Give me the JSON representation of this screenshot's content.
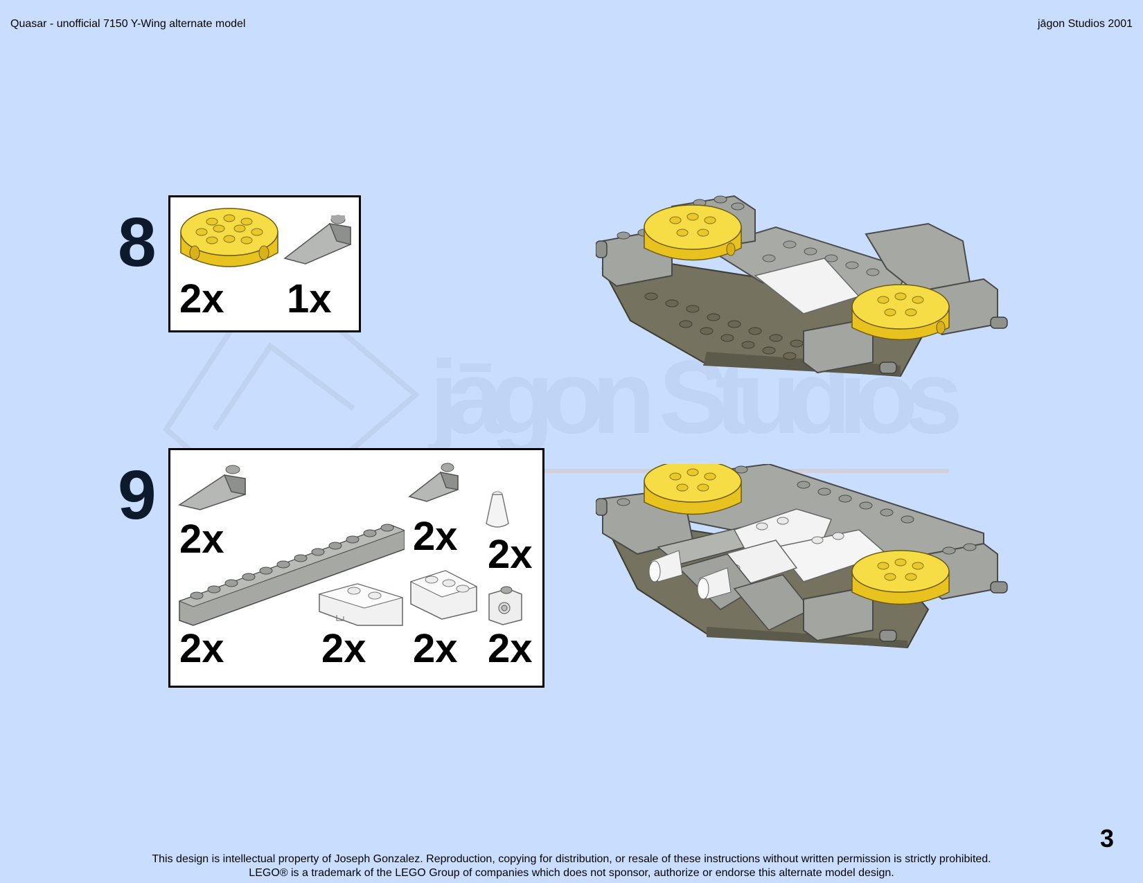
{
  "header": {
    "title": "Quasar - unofficial 7150 Y-Wing alternate model",
    "studio": "jāgon Studios 2001"
  },
  "watermark": {
    "text": "jāgon Studios"
  },
  "steps": [
    {
      "number": "8",
      "parts": [
        {
          "icon": "yellow-round-brick-icon",
          "qty": "2x"
        },
        {
          "icon": "gray-slope-brick-icon",
          "qty": "1x"
        }
      ]
    },
    {
      "number": "9",
      "parts": [
        {
          "icon": "gray-slope-1x2-icon",
          "qty": "2x"
        },
        {
          "icon": "gray-slope-small-icon",
          "qty": "2x"
        },
        {
          "icon": "white-cone-icon",
          "qty": "2x"
        },
        {
          "icon": "gray-plate-1x12-icon",
          "qty": "2x"
        },
        {
          "icon": "white-wedge-left-icon",
          "qty": "2x"
        },
        {
          "icon": "white-wedge-right-icon",
          "qty": "2x"
        },
        {
          "icon": "gray-clip-brick-icon",
          "qty": "2x"
        }
      ]
    }
  ],
  "page_number": "3",
  "footer": {
    "line1": "This design is intellectual property of Joseph Gonzalez.  Reproduction, copying for distribution, or resale of these instructions without written permission is strictly prohibited.",
    "line2": "LEGO® is a trademark of the LEGO Group of companies which does not sponsor, authorize or endorse this alternate model design."
  },
  "colors": {
    "background": "#c9deff",
    "brick_yellow": "#f5d532",
    "brick_gray": "#a0a2a0",
    "brick_dark": "#6f6c5e",
    "brick_white": "#f2f2f2"
  }
}
